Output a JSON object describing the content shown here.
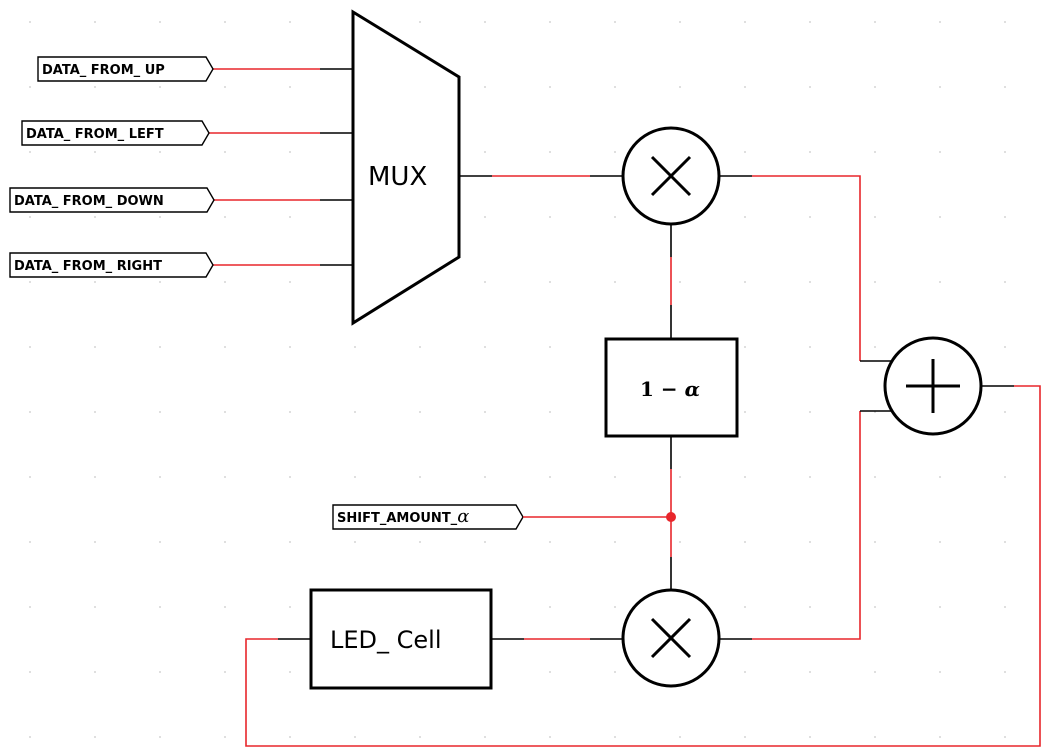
{
  "ports": {
    "data_from_up": "DATA_ FROM_ UP",
    "data_from_left": "DATA_ FROM_ LEFT",
    "data_from_down": "DATA_ FROM_ DOWN",
    "data_from_right": "DATA_ FROM_ RIGHT",
    "shift_amount": "SHIFT_AMOUNT_",
    "shift_amount_symbol": "α"
  },
  "blocks": {
    "mux": "MUX",
    "one_minus_alpha_prefix": "1 − ",
    "one_minus_alpha_symbol": "α",
    "led_cell": "LED_ Cell"
  },
  "colors": {
    "wire_red": "#e8262b",
    "wire_black": "#000000",
    "junction": "#e8262b"
  },
  "icons": {
    "multiplier_top": "multiply-circle-icon",
    "multiplier_bottom": "multiply-circle-icon",
    "adder": "plus-circle-icon"
  }
}
